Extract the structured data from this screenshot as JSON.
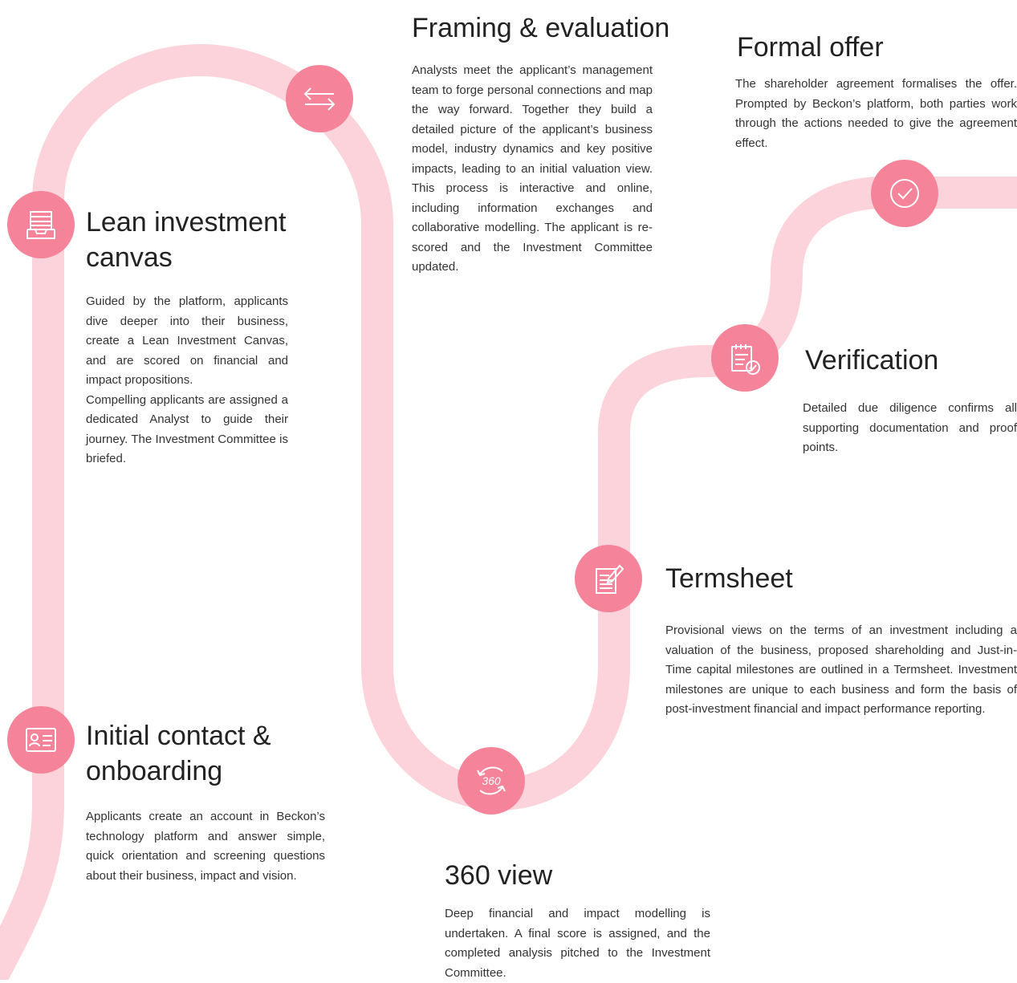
{
  "colors": {
    "path": "#fcd3da",
    "icon": "#f5849a",
    "glyph": "#ffffff"
  },
  "steps": [
    {
      "title": "Initial contact &\nonboarding",
      "icon": "id-card-icon",
      "text": "Applicants create an account in Beckon’s technology platform and answer simple, quick orientation and screening questions about their business, impact and vision."
    },
    {
      "title": "Lean investment\ncanvas",
      "icon": "inbox-tray-icon",
      "text": "Guided by the platform, applicants dive deeper into their business, create a Lean Investment Canvas, and are scored on financial and impact propositions.\nCompelling applicants are assigned a dedicated Analyst to guide their journey. The Investment Committee is briefed."
    },
    {
      "title": "Framing & evaluation",
      "icon": "exchange-arrows-icon",
      "text": "Analysts meet the applicant’s management team to forge personal connections and map the way forward. Together they build a detailed picture of the applicant’s business model, industry dynamics and key positive impacts, leading to an initial valuation view. This process is interactive and online, including information exchanges and collaborative modelling. The applicant is re-scored and the Investment Committee updated."
    },
    {
      "title": "360 view",
      "icon": "rotate-360-icon",
      "icon_label": "360",
      "text": "Deep financial and impact modelling is undertaken. A final score is assigned, and the completed analysis pitched to the Investment Committee."
    },
    {
      "title": "Termsheet",
      "icon": "document-pen-icon",
      "text": "Provisional views on the terms of an investment including a valuation of the business, proposed shareholding and Just-in-Time capital milestones are outlined in a Termsheet. Investment milestones are unique to each business and form the basis of post-investment financial and impact performance reporting."
    },
    {
      "title": "Verification",
      "icon": "checklist-icon",
      "text": "Detailed due diligence confirms all supporting documentation and proof points."
    },
    {
      "title": "Formal offer",
      "icon": "checkmark-circle-icon",
      "text": "The shareholder agreement formalises the offer. Prompted by Beckon’s platform, both parties work through the actions needed to give the agreement effect."
    }
  ]
}
